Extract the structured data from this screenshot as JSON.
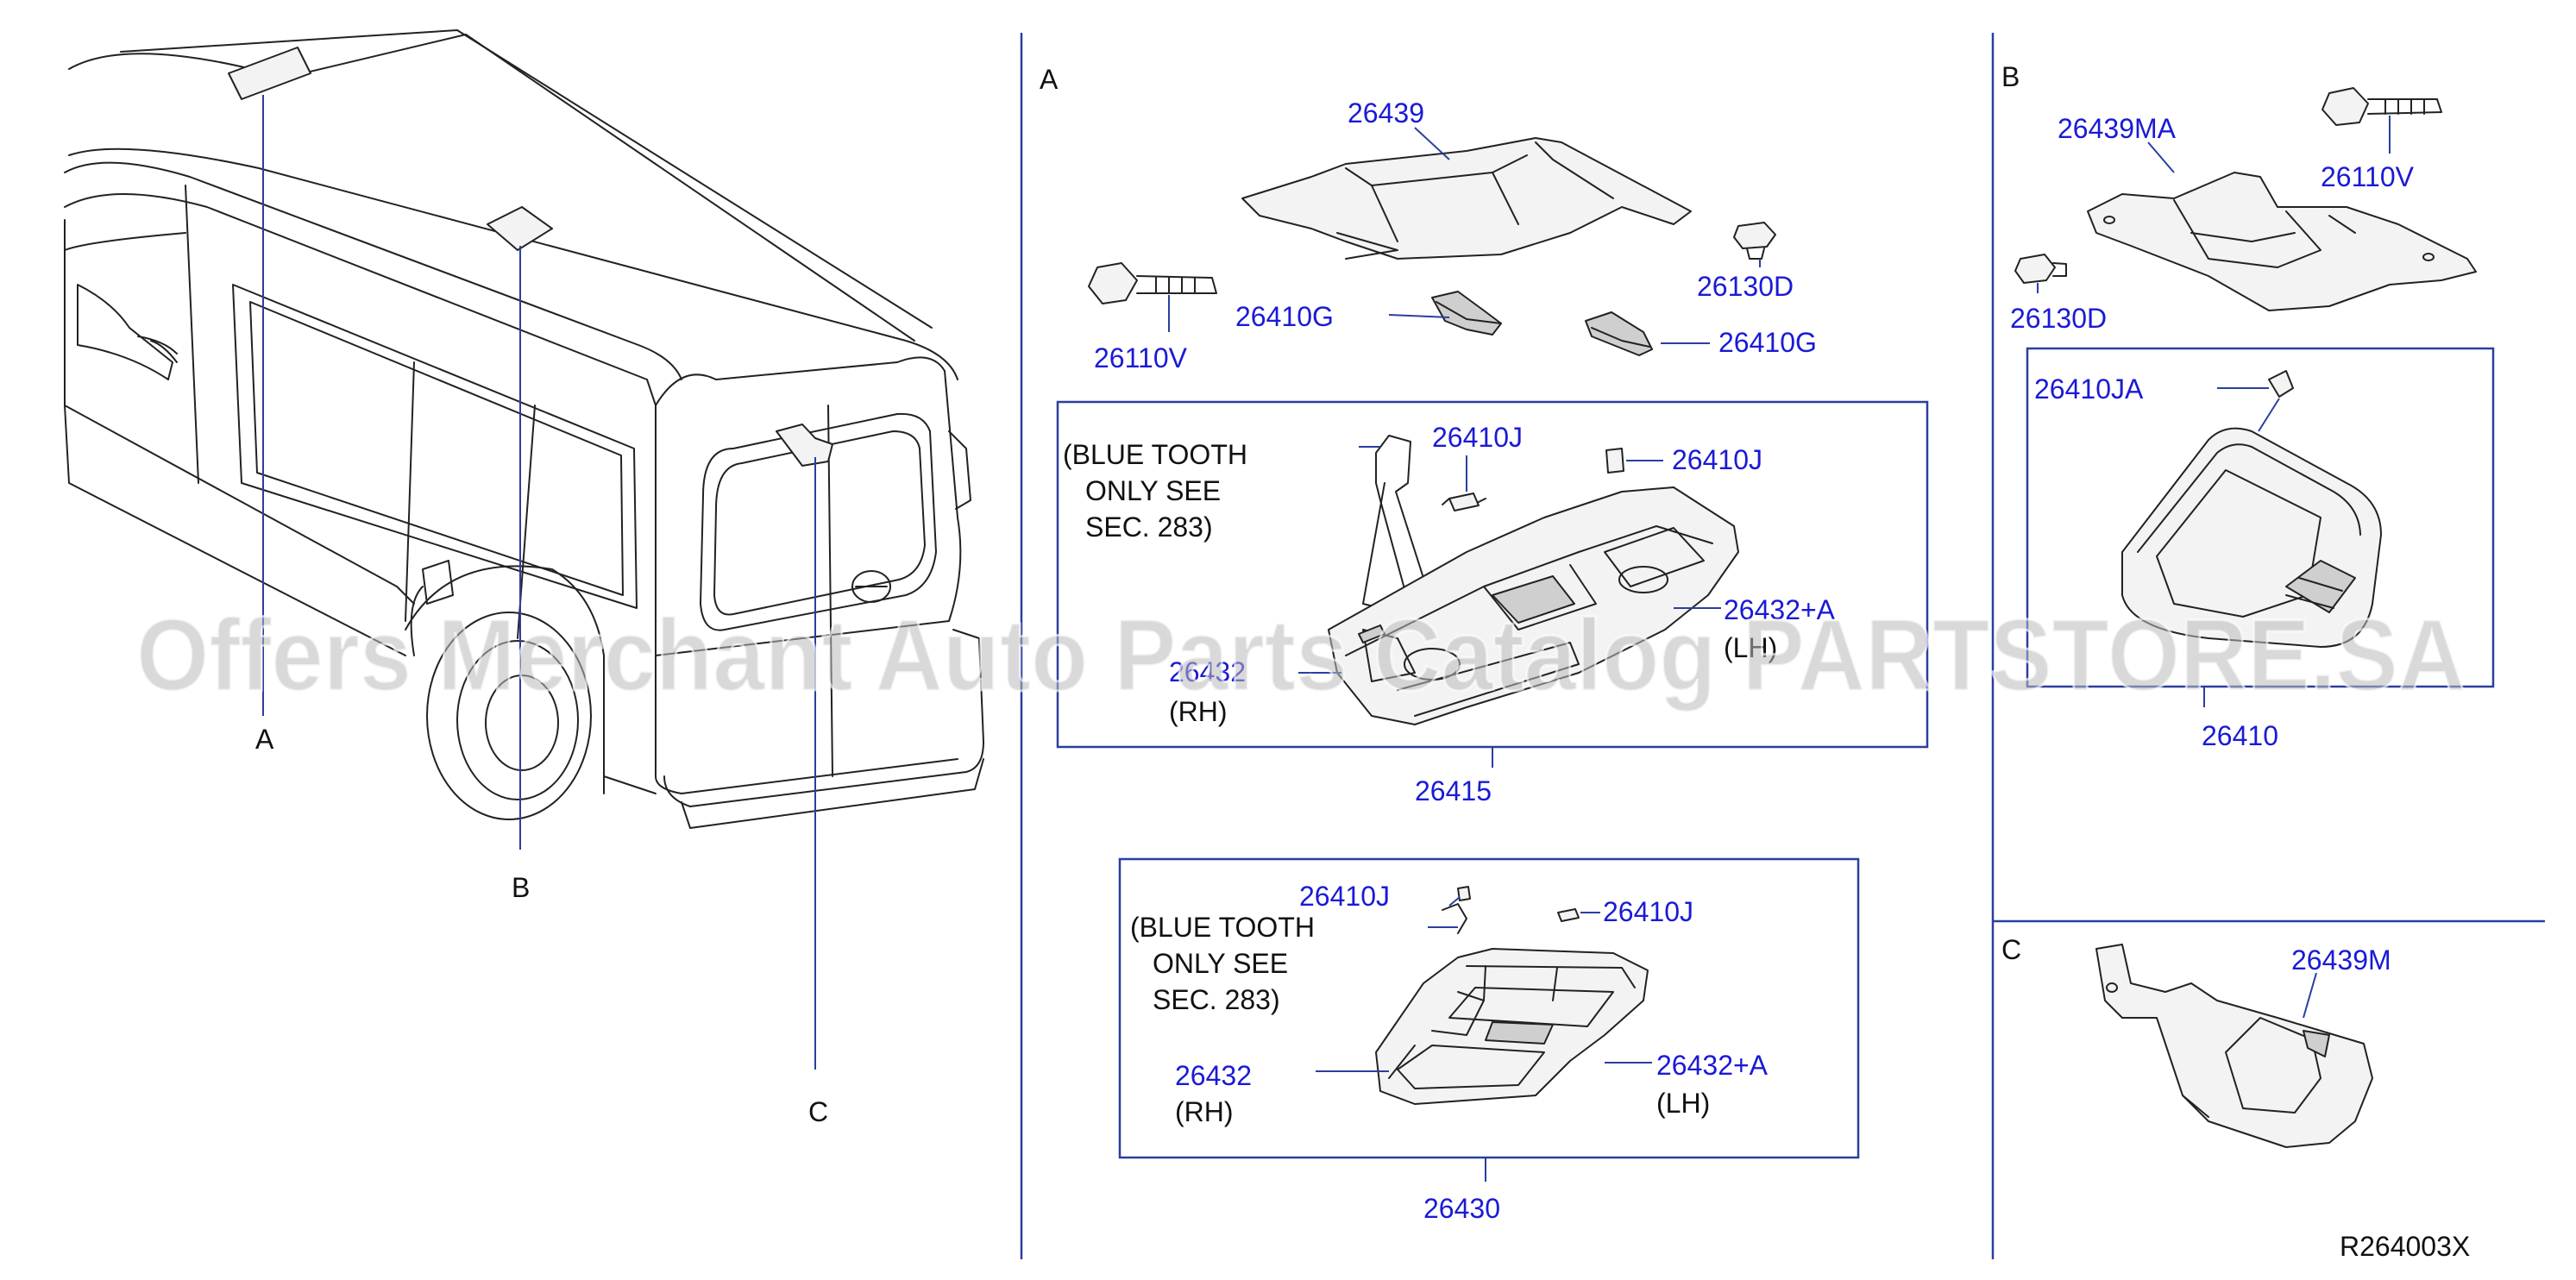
{
  "sections": {
    "a": "A",
    "b": "B",
    "c": "C"
  },
  "van_callouts": {
    "a": "A",
    "b": "B",
    "c": "C"
  },
  "parts": {
    "p26439": "26439",
    "p26110V_a": "26110V",
    "p26130D_a": "26130D",
    "p26410G_1": "26410G",
    "p26410G_2": "26410G",
    "p26410J_1": "26410J",
    "p26410J_2": "26410J",
    "p26432A_1": "26432+A",
    "p26432_1": "26432",
    "p26415": "26415",
    "p26410J_3": "26410J",
    "p26410J_4": "26410J",
    "p26432_2": "26432",
    "p26432A_2": "26432+A",
    "p26430": "26430",
    "p26439MA": "26439MA",
    "p26110V_b": "26110V",
    "p26130D_b": "26130D",
    "p26410JA": "26410JA",
    "p26410": "26410",
    "p26439M": "26439M"
  },
  "notes": {
    "bt1_line1": "(BLUE  TOOTH",
    "bt1_line2": "ONLY  SEE",
    "bt1_line3": "SEC.  283)",
    "bt2_line1": "(BLUE  TOOTH",
    "bt2_line2": "ONLY  SEE",
    "bt2_line3": "SEC.  283)",
    "rh1": "(RH)",
    "lh1": "(LH)",
    "rh2": "(RH)",
    "lh2": "(LH)"
  },
  "drawing_code": "R264003X",
  "watermark": "Offers Merchant Auto Parts Catalog PARTSTORE.SA"
}
